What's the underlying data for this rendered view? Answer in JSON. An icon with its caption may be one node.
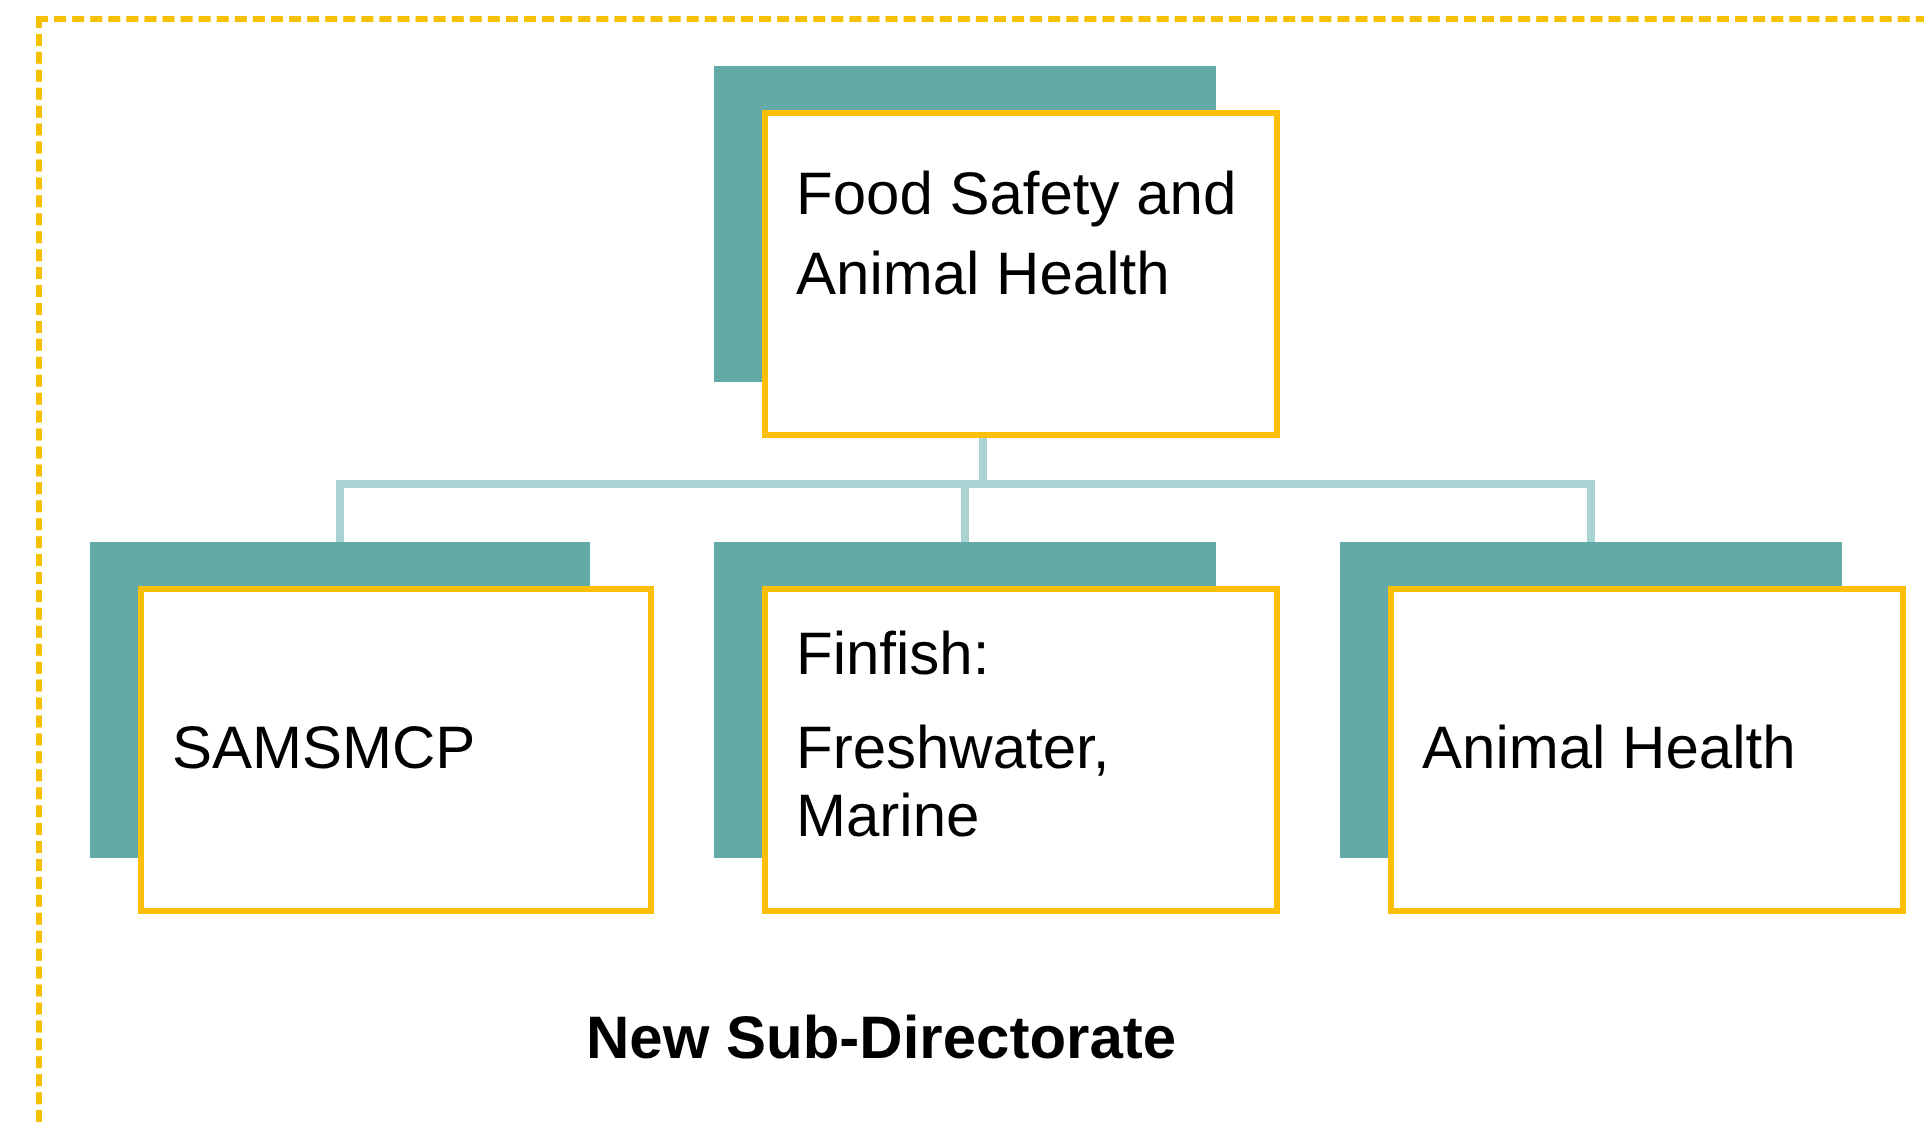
{
  "diagram": {
    "nodes": [
      {
        "text": [
          "New Sub-Directorate"
        ]
      },
      {
        "text": [
          "Food Safety and Animal Health"
        ],
        "in": 0
      },
      {
        "text": [
          "SAMSMCP"
        ],
        "in": 0
      },
      {
        "text": [
          "Finfish:",
          "Freshwater, Marine"
        ],
        "in": 0
      },
      {
        "text": [
          "Animal Health"
        ],
        "in": 0
      }
    ],
    "edges": [
      {
        "from": 1,
        "to": 2,
        "arrow": "none"
      },
      {
        "from": 1,
        "to": 3,
        "arrow": "none"
      },
      {
        "from": 1,
        "to": 4,
        "arrow": "none"
      }
    ]
  }
}
